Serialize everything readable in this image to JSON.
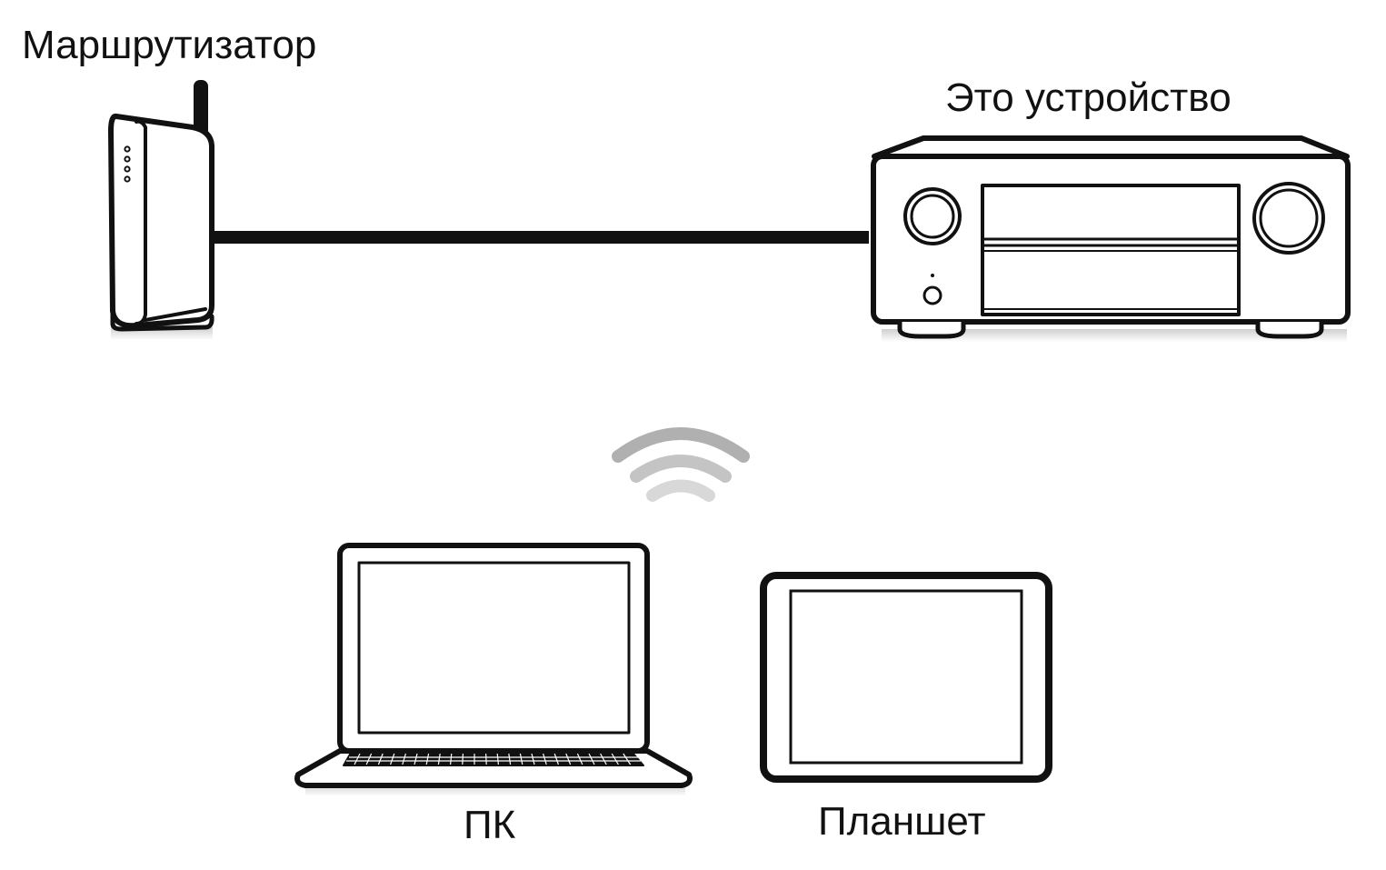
{
  "labels": {
    "router": "Маршрутизатор",
    "receiver": "Это устройство",
    "pc": "ПК",
    "tablet": "Планшет"
  },
  "icons": {
    "router": "router-icon",
    "receiver": "av-receiver-icon",
    "wifi": "wifi-signal-icon",
    "pc": "laptop-icon",
    "tablet": "tablet-icon"
  },
  "colors": {
    "stroke": "#111111",
    "wifi_gradient_start": "#9a9a9a",
    "wifi_gradient_end": "#e6e6e6",
    "shadow": "#dcdcdc"
  }
}
